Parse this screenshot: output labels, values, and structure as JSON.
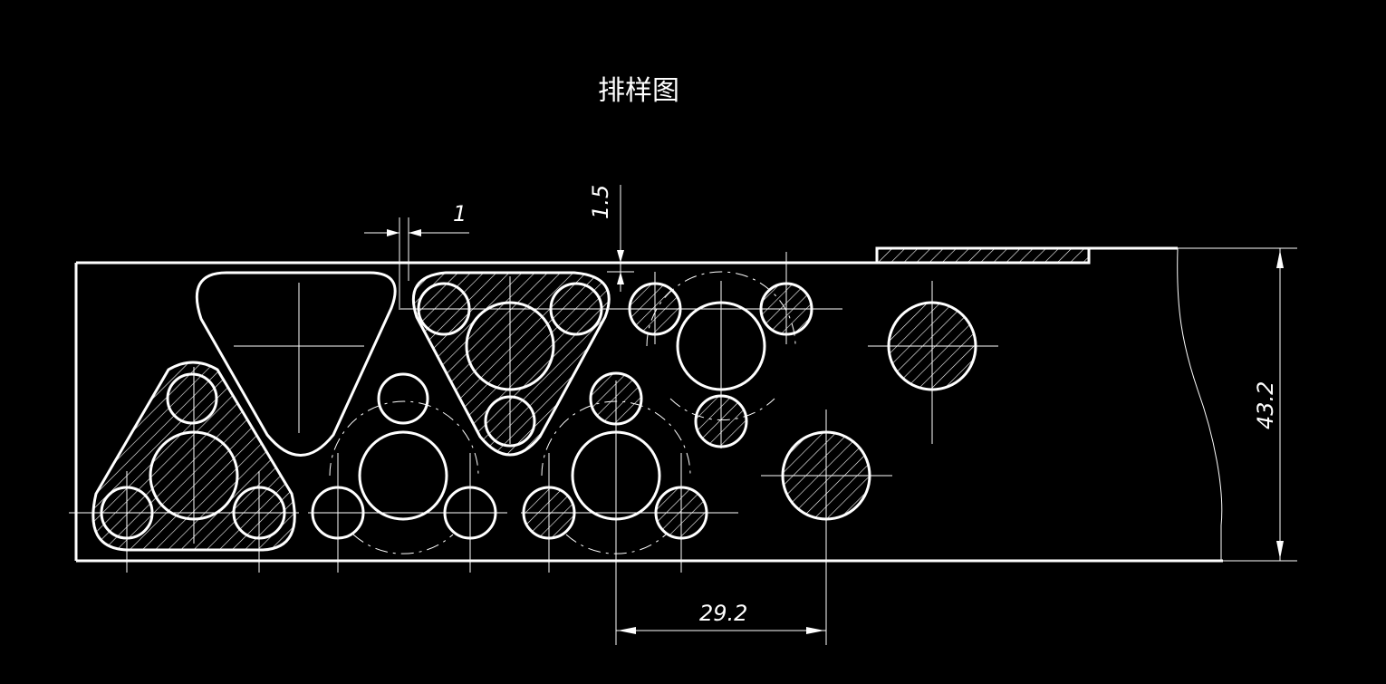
{
  "drawing": {
    "title": "排样图",
    "dimensions": {
      "gap": "1",
      "edge_margin": "1.5",
      "strip_width": "43.2",
      "pitch": "29.2"
    },
    "colors": {
      "background": "#000000",
      "line": "#ffffff"
    }
  }
}
